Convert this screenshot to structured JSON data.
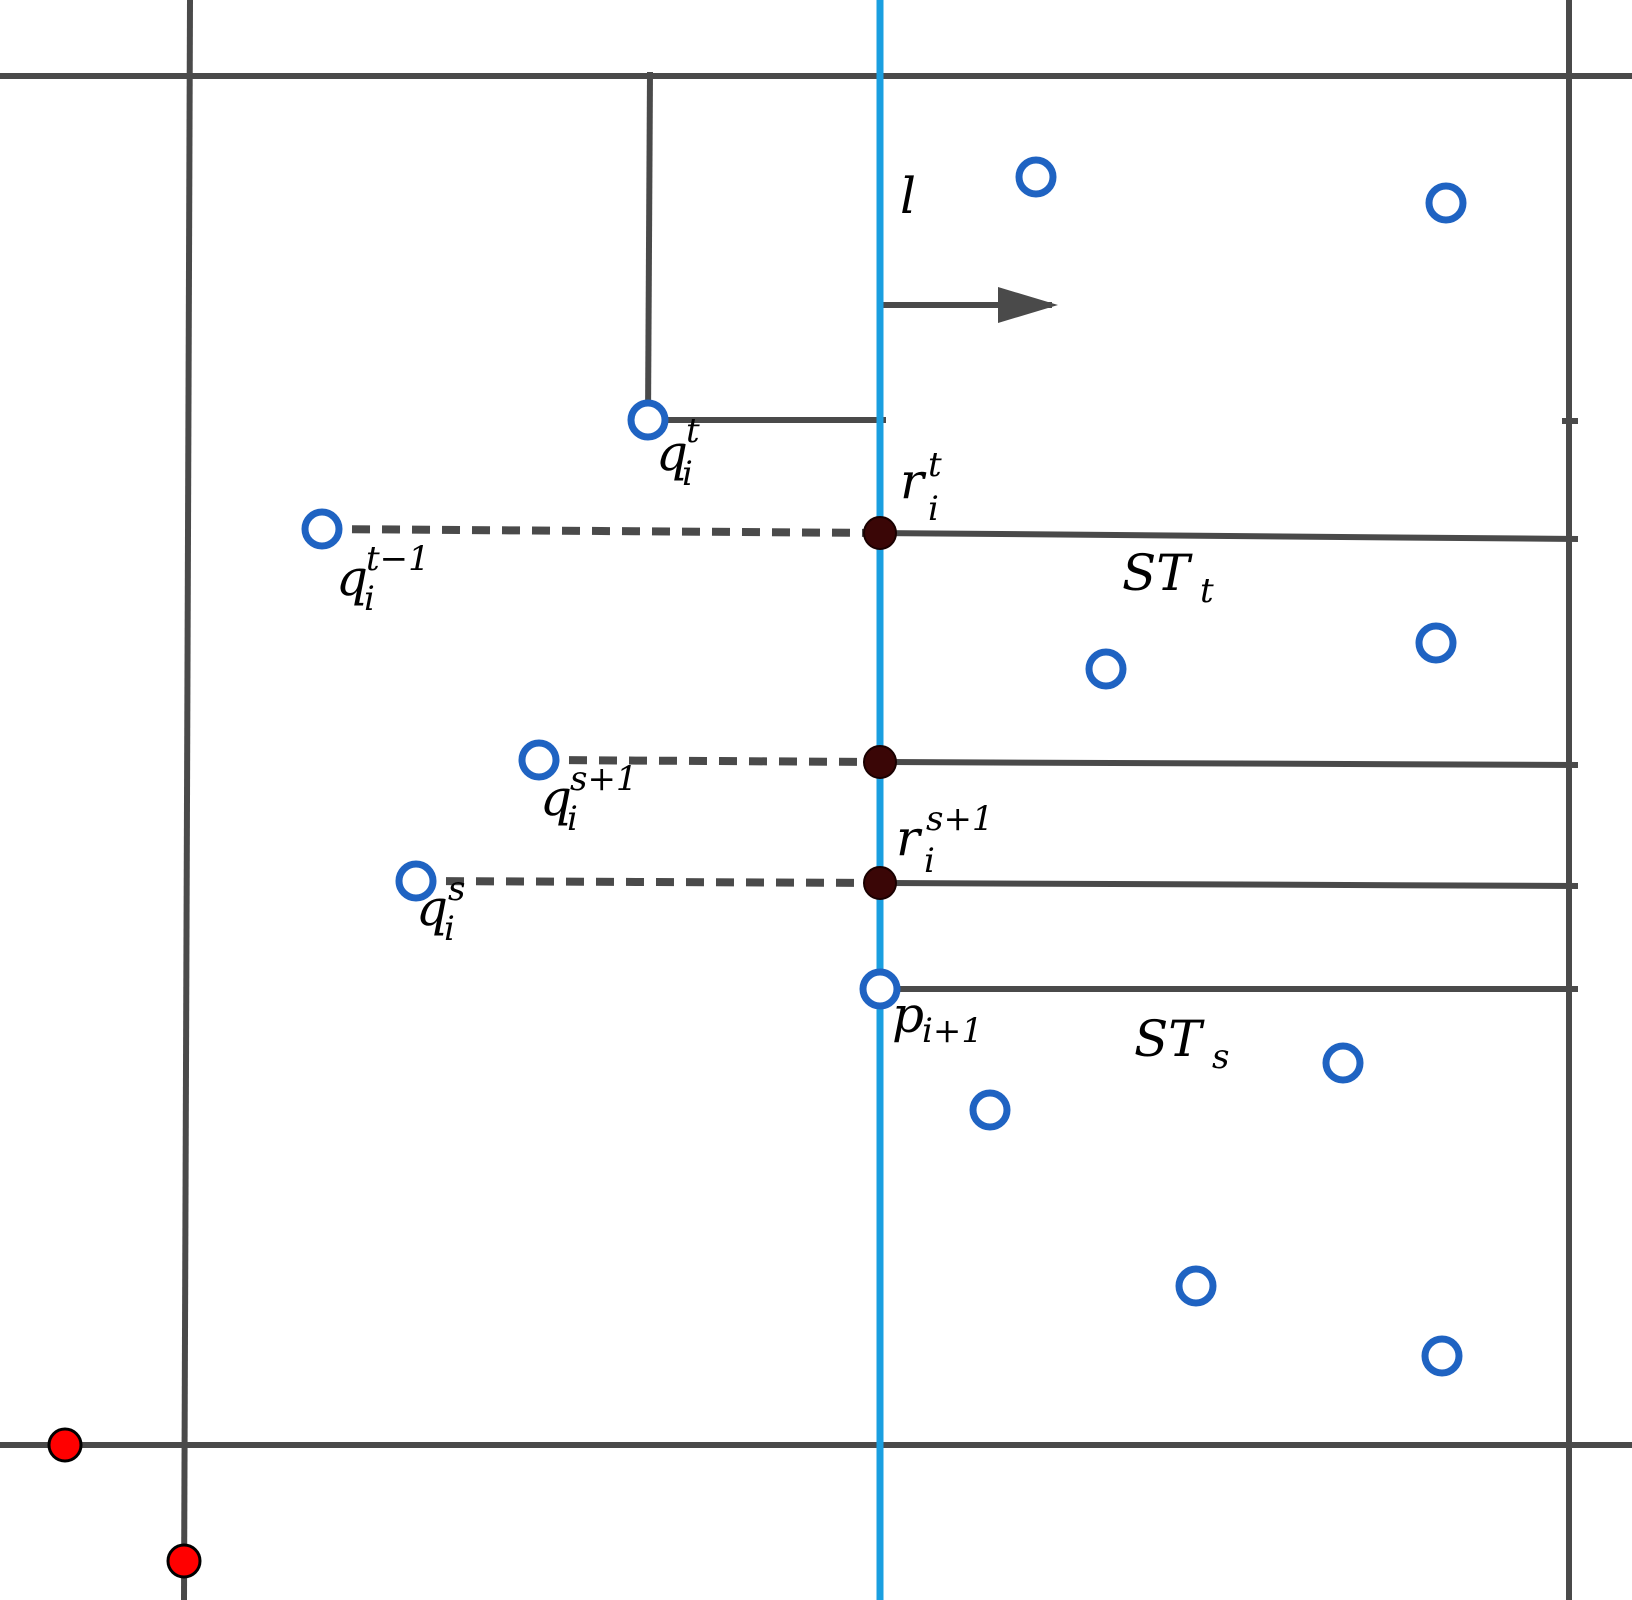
{
  "colors": {
    "edge": "#4a4a4a",
    "sweep_line": "#1a9fe0",
    "open_point": "#1f63c2",
    "intersection_point": "#3a0606",
    "corner_point": "#ff0000"
  },
  "labels": {
    "sweep_line": {
      "main": "l",
      "sup": "",
      "sub": ""
    },
    "q_t": {
      "main": "q",
      "sup": "t",
      "sub": "i"
    },
    "r_t": {
      "main": "r",
      "sup": "t",
      "sub": "i"
    },
    "q_t_minus_1": {
      "main": "q",
      "sup": "t−1",
      "sub": "i"
    },
    "st_t": {
      "main": "ST",
      "sup": "",
      "sub": "t"
    },
    "q_s_plus_1": {
      "main": "q",
      "sup": "s+1",
      "sub": "i"
    },
    "r_s_plus_1": {
      "main": "r",
      "sup": "s+1",
      "sub": "i"
    },
    "q_s": {
      "main": "q",
      "sup": "s",
      "sub": "i"
    },
    "p_i_plus_1": {
      "main": "p",
      "sup": "",
      "sub": "i+1"
    },
    "st_s": {
      "main": "ST",
      "sup": "",
      "sub": "s"
    }
  }
}
